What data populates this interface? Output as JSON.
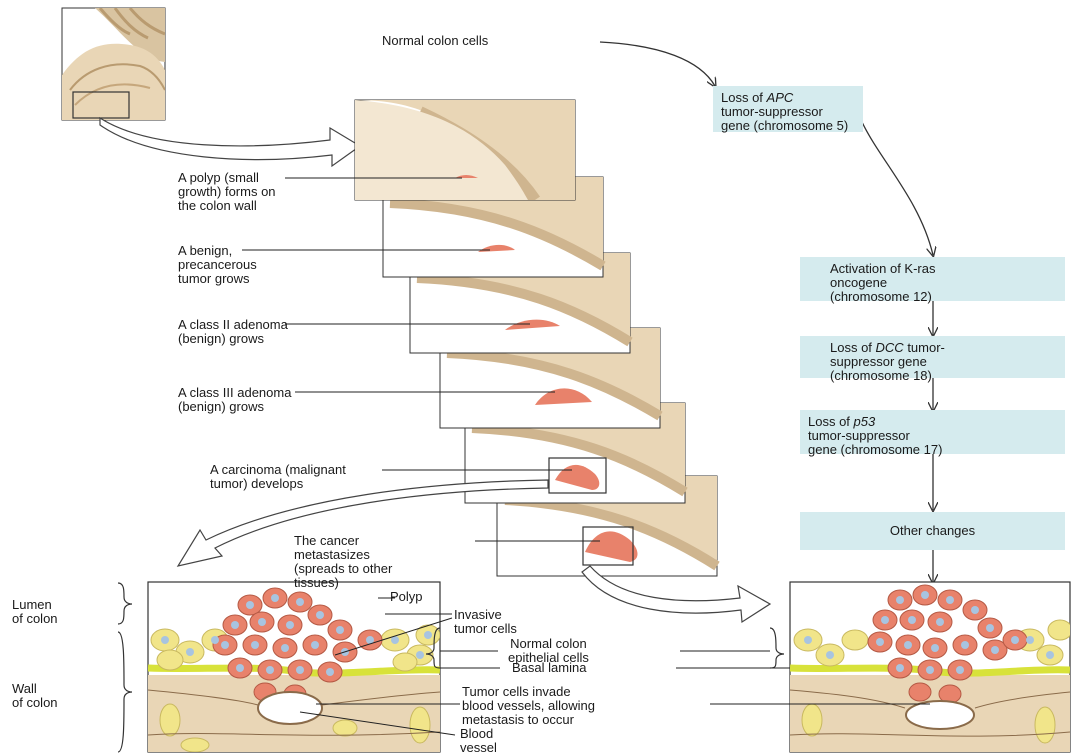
{
  "labels": {
    "normal_colon_cells": "Normal colon cells",
    "polyp_forms": [
      "A polyp (small",
      "growth) forms on",
      "the colon wall"
    ],
    "benign_tumor": [
      "A benign,",
      "precancerous",
      "tumor grows"
    ],
    "class2_adenoma": [
      "A class II adenoma",
      "(benign) grows"
    ],
    "class3_adenoma": [
      "A class III adenoma",
      "(benign) grows"
    ],
    "carcinoma": [
      "A carcinoma (malignant",
      "tumor) develops"
    ],
    "metastasizes": [
      "The cancer",
      "metastasizes",
      "(spreads to other",
      "tissues)"
    ],
    "lumen": [
      "Lumen",
      "of colon"
    ],
    "wall": [
      "Wall",
      "of colon"
    ],
    "polyp": "Polyp",
    "invasive_cells": [
      "Invasive",
      "tumor cells"
    ],
    "normal_epithelial": [
      "Normal colon",
      "epithelial cells"
    ],
    "basal_lamina": "Basal lamina",
    "tumor_invade": [
      "Tumor cells invade",
      "blood vessels, allowing",
      "metastasis to occur"
    ],
    "blood_vessel": [
      "Blood",
      "vessel"
    ]
  },
  "genetic_steps": [
    {
      "pre": "Loss of ",
      "gene": "APC",
      "post": "",
      "line2": "tumor-suppressor",
      "line3": "gene (chromosome 5)"
    },
    {
      "pre": "Activation of K-ras",
      "gene": "",
      "post": "",
      "line2": "oncogene",
      "line3": "(chromosome 12)"
    },
    {
      "pre": "Loss of ",
      "gene": "DCC",
      "post": " tumor-",
      "line2": "suppressor gene",
      "line3": "(chromosome 18)"
    },
    {
      "pre": "Loss of ",
      "gene": "p53",
      "post": "",
      "line2": "tumor-suppressor",
      "line3": "gene (chromosome 17)"
    },
    {
      "pre": "Other changes",
      "gene": "",
      "post": "",
      "line2": "",
      "line3": ""
    }
  ],
  "colors": {
    "step_box": "#d5ebee",
    "tissue": "#e9d6b6",
    "tissue_dark": "#cfb58f",
    "tumor": "#e8826b",
    "cell_yellow": "#f1e58a",
    "lamina": "#d8e23a",
    "nucleus": "#a8c4e0"
  }
}
